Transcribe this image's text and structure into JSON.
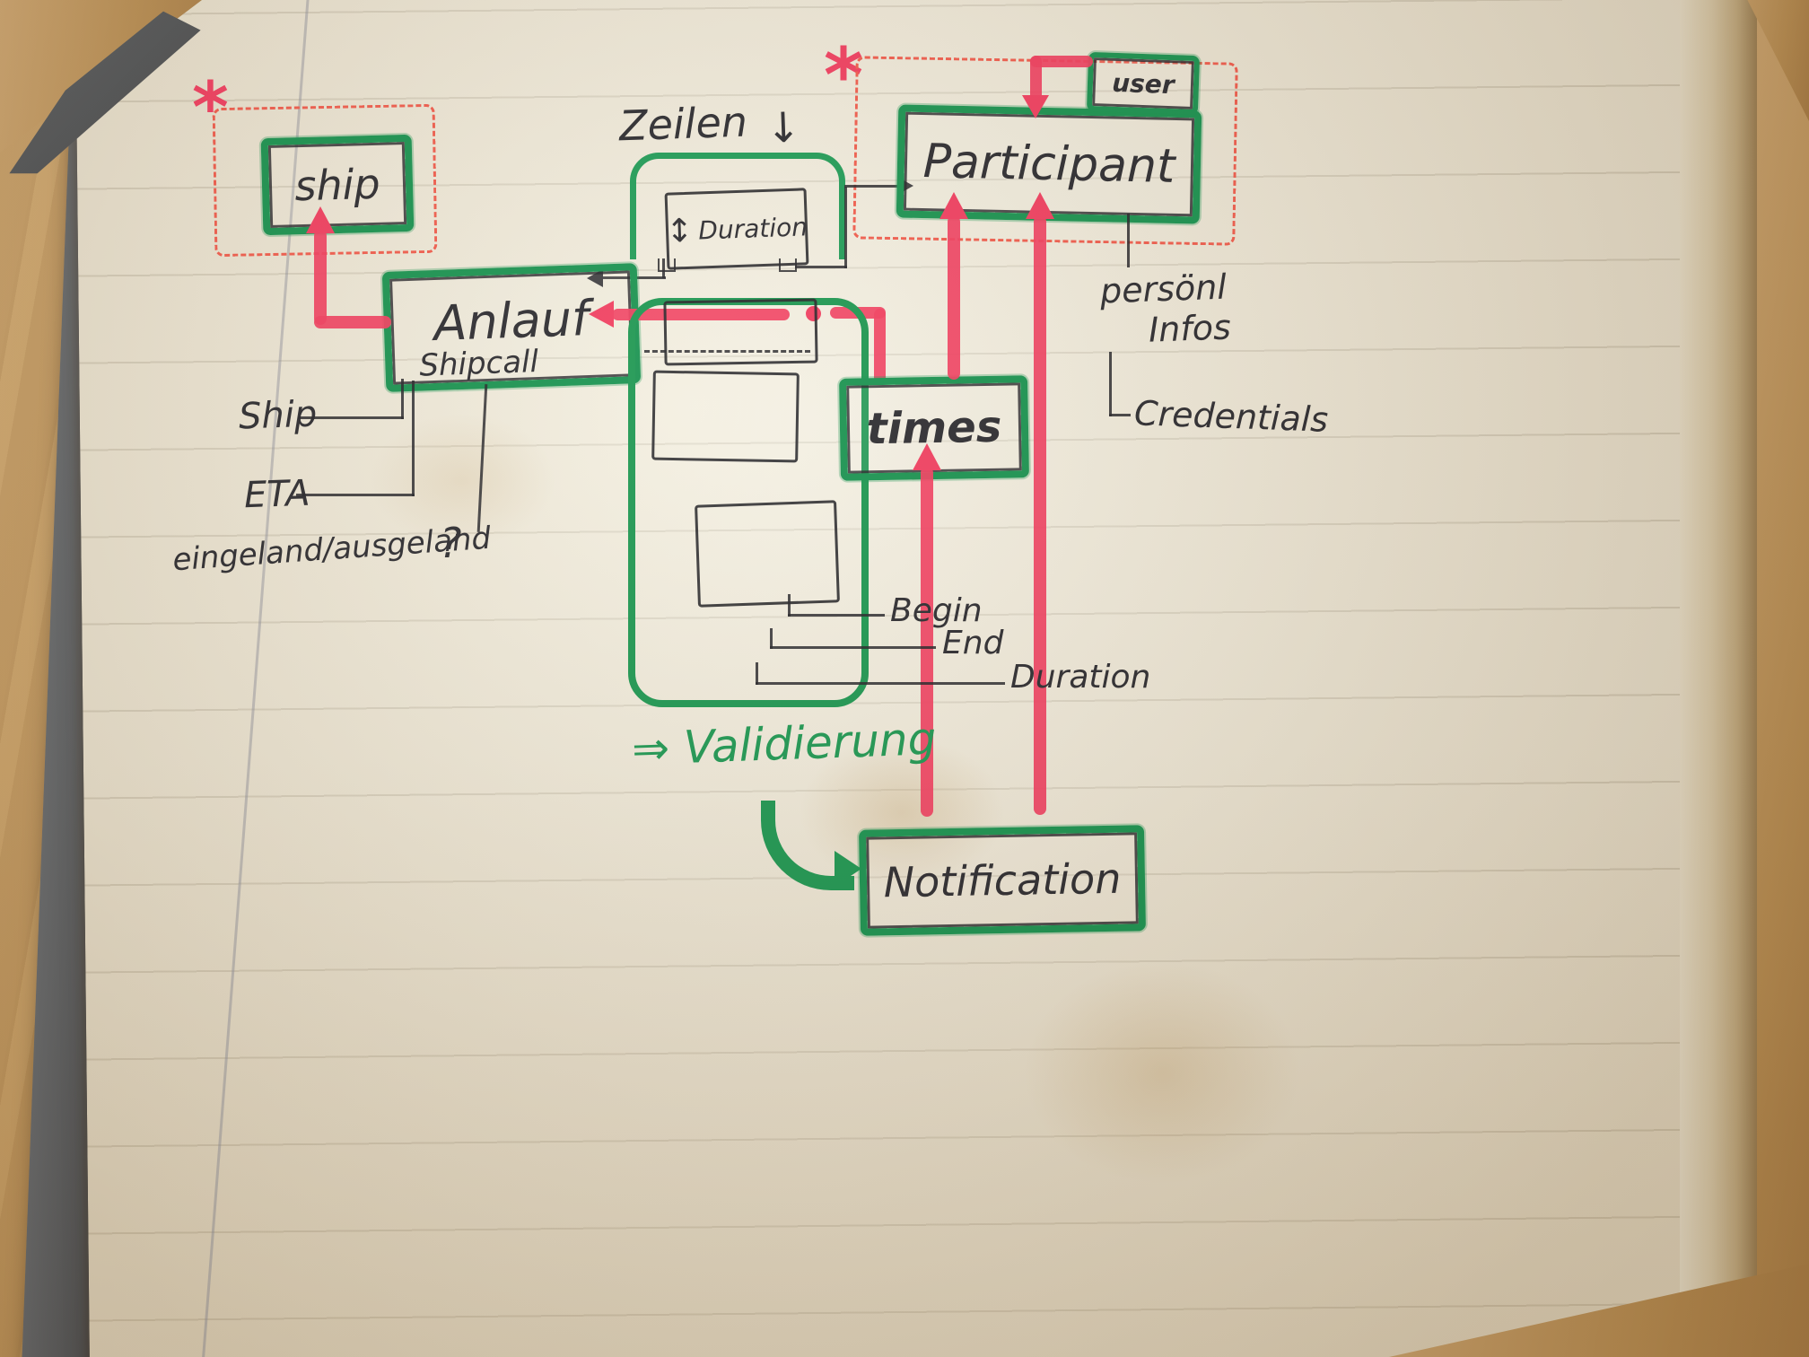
{
  "labels": {
    "zeilen": "Zeilen",
    "zeilen_arrow": "↓",
    "validierung_arrow": "⇒",
    "validierung": "Validierung",
    "asterisk": "*",
    "question_mark": "?"
  },
  "boxes": {
    "ship": "ship",
    "duration": "Duration",
    "duration_arrow": "↕",
    "participant": "Participant",
    "user": "user",
    "anlauf": "Anlauf",
    "anlauf_sub": "Shipcall",
    "times": "times",
    "notification": "Notification"
  },
  "attributes": {
    "ship": "Ship",
    "eta": "ETA",
    "inout": "eingeland/ausgeland",
    "begin": "Begin",
    "end": "End",
    "duration": "Duration",
    "persoenl": "persönl",
    "infos": "Infos",
    "credentials": "Credentials"
  },
  "colors": {
    "marker_green": "#12914d",
    "marker_red": "#f23a5e",
    "dashed_red": "#f2594a",
    "ink": "#26262c",
    "paper": "#eae3d1",
    "wood": "#b98e52",
    "cover": "#4a4d50"
  }
}
